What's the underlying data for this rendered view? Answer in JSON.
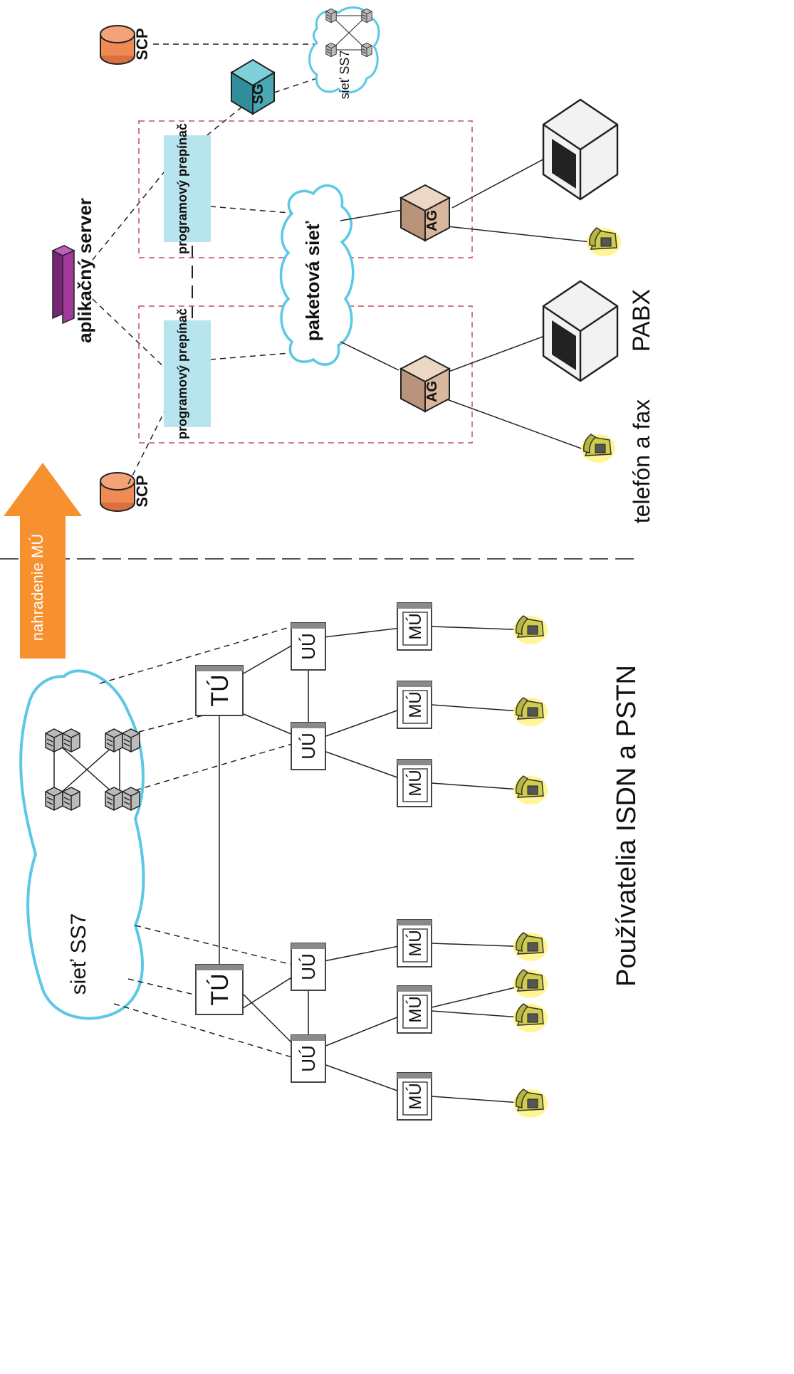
{
  "texts": {
    "replace_arrow_label": "nahradenie MÚ",
    "appserver_label": "aplikačný server",
    "scp_top_label": "SCP",
    "scp_mid_label": "SCP",
    "sg_label": "SG",
    "ss7_small_label": "sieť SS7",
    "softswitch_label": "programový prepínač",
    "packet_net_label": "paketová sieť",
    "ag_label": "AG",
    "pabx_label": "PABX",
    "phone_fax_label": "telefón a fax",
    "ss7_big_label": "sieť SS7",
    "tu_label": "TÚ",
    "uu_label": "UÚ",
    "mu_label": "MÚ",
    "users_label": "Používatelia ISDN a PSTN"
  },
  "colors": {
    "cloud_stroke": "#5bc8e6",
    "dashed_box": "#c0505a",
    "softswitch_fill": "#b8e4ee",
    "scp_fill": "#f08a55",
    "arrow_fill": "#f7902e",
    "appserver_fill": "#a03a9a",
    "sg_fill": "#4aa9b5",
    "ag_fill": "#d9b79c",
    "phone_fill": "#d6d25a"
  },
  "icons": [
    "phone-icon",
    "pabx-building-icon",
    "switch-icon",
    "database-icon",
    "server-icon",
    "arrow-up-icon"
  ]
}
